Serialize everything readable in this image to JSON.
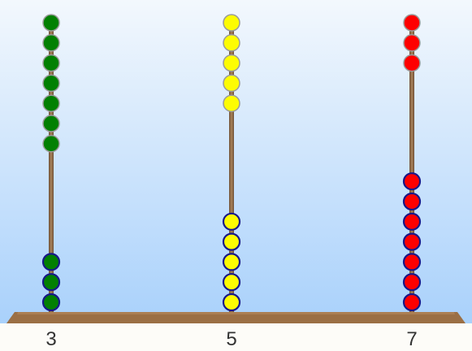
{
  "abacus": {
    "rods": [
      {
        "name": "green",
        "color": "#028002",
        "top_bead_count": 7,
        "counted_beads": 3,
        "value_label": "3"
      },
      {
        "name": "yellow",
        "color": "#fdfc02",
        "top_bead_count": 5,
        "counted_beads": 5,
        "value_label": "5"
      },
      {
        "name": "red",
        "color": "#fe0000",
        "top_bead_count": 3,
        "counted_beads": 7,
        "value_label": "7"
      }
    ],
    "colors": {
      "sky_top": "#f3f8fd",
      "sky_bottom": "#a9d1fb",
      "rod": "#8b6a48",
      "base": "#9b6f45",
      "counted_bead_outline": "#18188a",
      "uncounted_bead_outline": "#9a9a9a",
      "label_area": "#fdfcf8"
    }
  }
}
